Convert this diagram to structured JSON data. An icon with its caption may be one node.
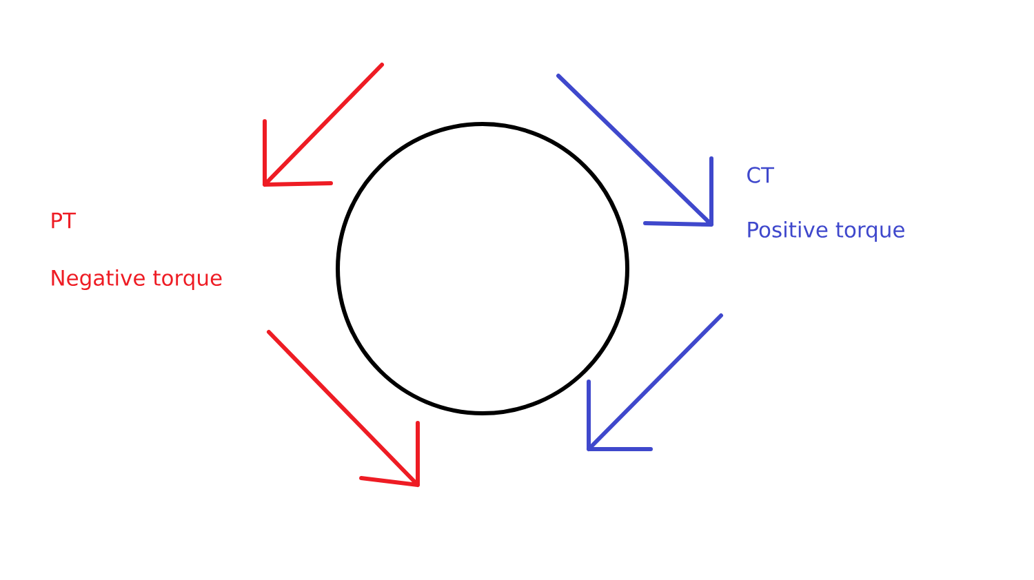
{
  "diagram": {
    "nodes": [
      {
        "text": [],
        "shape": "circle"
      }
    ],
    "edges": [],
    "labels": [
      "PT",
      "Negative torque",
      "CT",
      "Positive torque"
    ]
  }
}
